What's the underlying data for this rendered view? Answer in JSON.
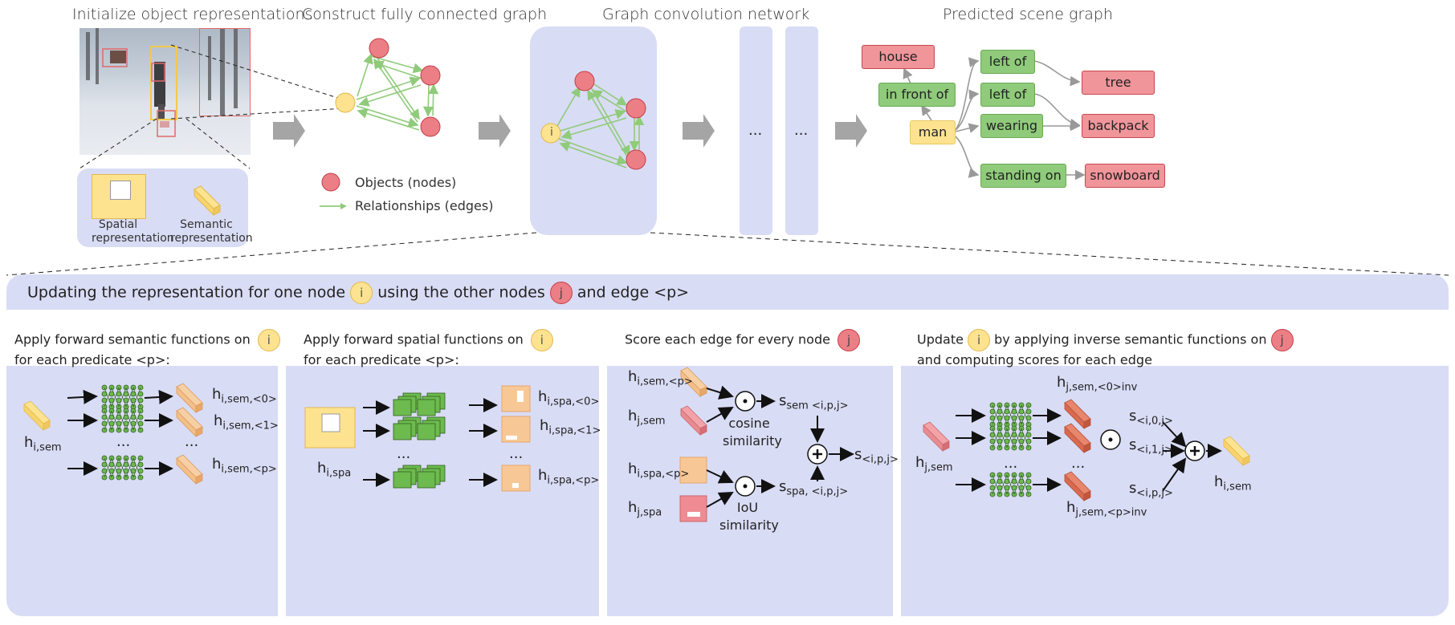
{
  "top": {
    "step1_title": "Initialize object representations",
    "step2_title": "Construct fully connected graph",
    "step3_title": "Graph convolution network",
    "step4_title": "Predicted scene graph",
    "spatial_label_1": "Spatial",
    "spatial_label_2": "representation",
    "semantic_label_1": "Semantic",
    "semantic_label_2": "representation",
    "legend_objects": "Objects (nodes)",
    "legend_relationships": "Relationships (edges)",
    "gcn_node_label": "i",
    "gcn_dots_1": "...",
    "gcn_dots_2": "..."
  },
  "scene_graph": {
    "house": "house",
    "in_front_of": "in front of",
    "man": "man",
    "left_of_1": "left of",
    "left_of_2": "left of",
    "wearing": "wearing",
    "standing_on": "standing on",
    "tree": "tree",
    "backpack": "backpack",
    "snowboard": "snowboard"
  },
  "bottom": {
    "header_pre": "Updating the representation for one node",
    "header_i": "i",
    "header_mid": "using the other nodes",
    "header_j": "j",
    "header_post": "and edge <p>",
    "p1_line1": "Apply forward semantic functions on",
    "p1_line2": "for each predicate <p>:",
    "p1_i": "i",
    "p1_h_base": "h",
    "p1_h_sub": "i,sem",
    "p1_out0": "i,sem,<0>",
    "p1_out1": "i,sem,<1>",
    "p1_outp": "i,sem,<p>",
    "p2_line1": "Apply forward spatial functions on",
    "p2_line2": "for each predicate <p>:",
    "p2_i": "i",
    "p2_h_sub": "i,spa",
    "p2_out0": "i,spa,<0>",
    "p2_out1": "i,spa,<1>",
    "p2_outp": "i,spa,<p>",
    "p3_line1": "Score each edge for every node",
    "p3_j": "j",
    "p3_h1": "i,sem,<p>",
    "p3_h2": "j,sem",
    "p3_h3": "i,spa,<p>",
    "p3_h4": "j,spa",
    "p3_cos1": "cosine",
    "p3_cos2": "similarity",
    "p3_iou1": "IoU",
    "p3_iou2": "similarity",
    "p3_s_sem": "sem <i,p,j>",
    "p3_s_spa": "spa, <i,p,j>",
    "p3_s_out": "<i,p,j>",
    "p4_line1_pre": "Update",
    "p4_i": "i",
    "p4_line1_post": "by applying inverse semantic functions on",
    "p4_j": "j",
    "p4_line2": "and computing scores for each edge",
    "p4_h_in": "j,sem",
    "p4_out0": "j,sem,<0>inv",
    "p4_outp": "j,sem,<p>inv",
    "p4_s0": "<i,0,j>",
    "p4_s1": "<i,1,j>",
    "p4_sp": "<i,p,j>",
    "p4_h_out": "i,sem",
    "dots": "...",
    "s_base": "s"
  },
  "colors": {
    "panel": "#d9dcf5",
    "node_red": "#ec7f86",
    "node_yellow": "#fde38f",
    "edge_green": "#8fcb7a",
    "sem_block": "#f4c48a",
    "net_green": "#6dba4e"
  }
}
